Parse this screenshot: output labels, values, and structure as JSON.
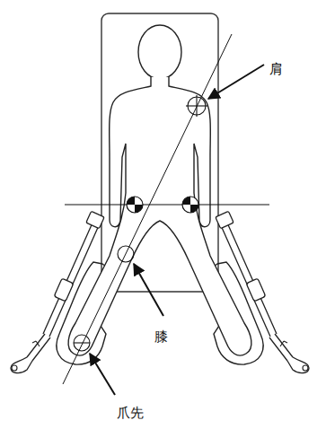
{
  "diagram": {
    "labels": [
      "肩",
      "膝",
      "爪先"
    ]
  }
}
